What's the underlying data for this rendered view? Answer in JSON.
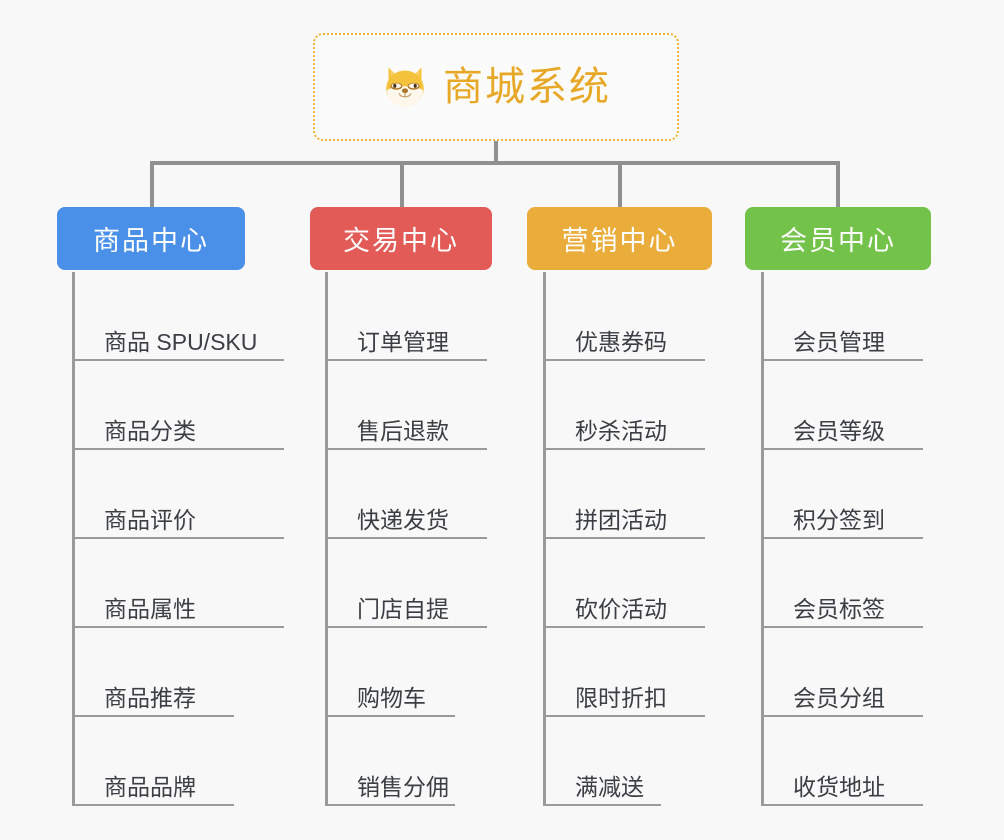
{
  "diagram": {
    "type": "org-chart",
    "background_color": "#f8f8f8",
    "root": {
      "title": "商城系统",
      "icon": "shiba-dog-icon",
      "border_color": "#f0b232",
      "text_color": "#e8a827"
    },
    "connector_color": "#909090",
    "columns": [
      {
        "id": "product-center",
        "label": "商品中心",
        "color": "#4a90e8",
        "items": [
          "商品 SPU/SKU",
          "商品分类",
          "商品评价",
          "商品属性",
          "商品推荐",
          "商品品牌"
        ]
      },
      {
        "id": "trade-center",
        "label": "交易中心",
        "color": "#e25b57",
        "items": [
          "订单管理",
          "售后退款",
          "快递发货",
          "门店自提",
          "购物车",
          "销售分佣"
        ]
      },
      {
        "id": "marketing-center",
        "label": "营销中心",
        "color": "#eaad3c",
        "items": [
          "优惠券码",
          "秒杀活动",
          "拼团活动",
          "砍价活动",
          "限时折扣",
          "满减送"
        ]
      },
      {
        "id": "member-center",
        "label": "会员中心",
        "color": "#73c24a",
        "items": [
          "会员管理",
          "会员等级",
          "积分签到",
          "会员标签",
          "会员分组",
          "收货地址"
        ]
      }
    ]
  }
}
